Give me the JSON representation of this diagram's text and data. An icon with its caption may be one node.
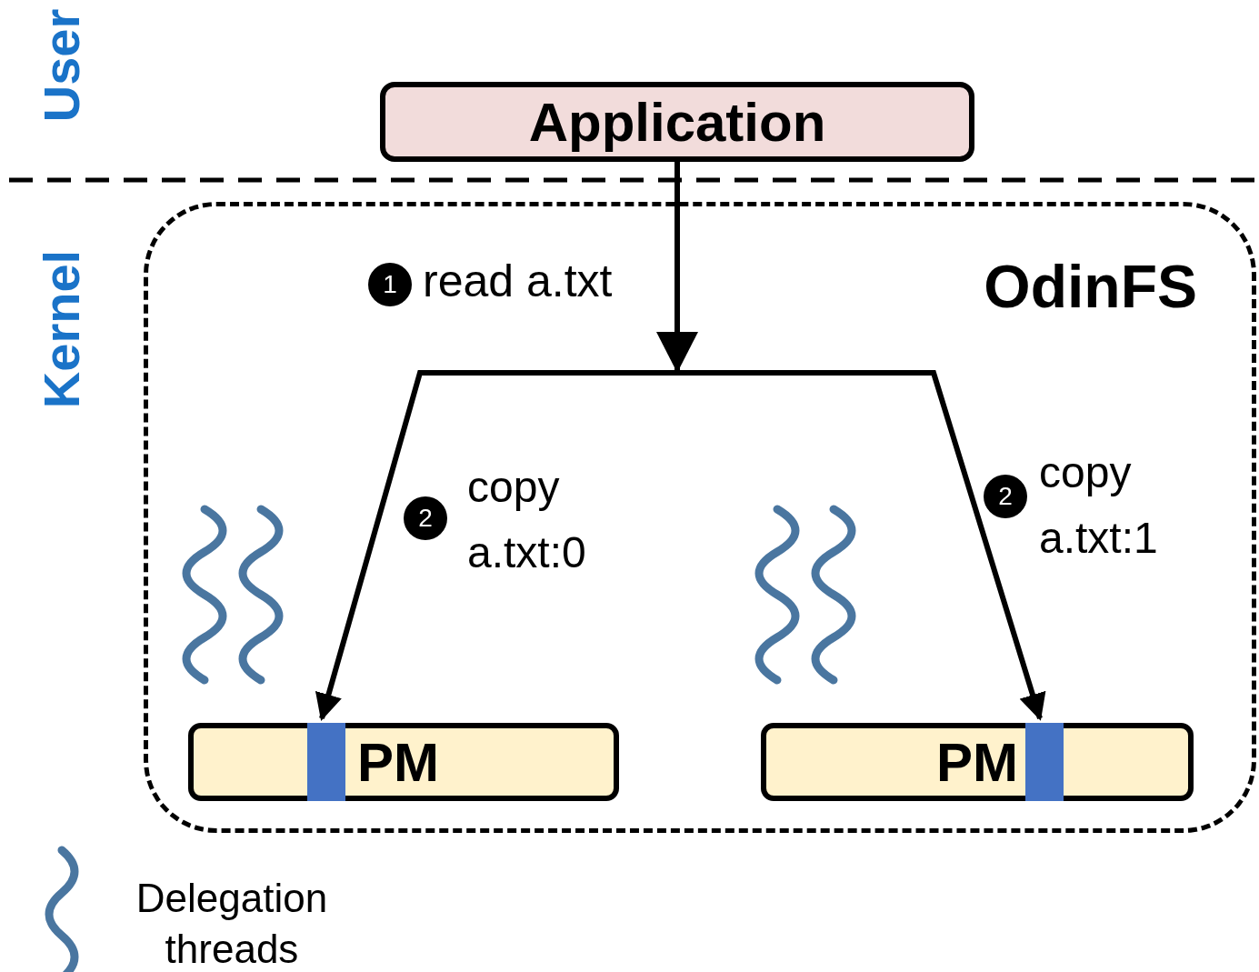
{
  "diagram": {
    "nodes": [
      {
        "text": [
          "Application"
        ]
      },
      {
        "text": [
          "OdinFS"
        ]
      },
      {
        "text": [
          "PM"
        ],
        "in": 1
      },
      {
        "text": [
          "PM"
        ],
        "in": 1
      },
      {
        "text": [],
        "shape": "bar",
        "in": 2
      },
      {
        "text": [],
        "shape": "bar",
        "in": 3
      }
    ],
    "edges": [
      {
        "from": 0,
        "to": 4,
        "arrow": "to",
        "label": "copy a.txt:0"
      },
      {
        "from": 0,
        "to": 5,
        "arrow": "to",
        "label": "copy a.txt:1"
      }
    ],
    "labels": [
      "User",
      "Kernel",
      "1",
      "read a.txt",
      "2",
      "2"
    ],
    "legend": [
      {
        "text": "Delegation threads"
      }
    ]
  }
}
